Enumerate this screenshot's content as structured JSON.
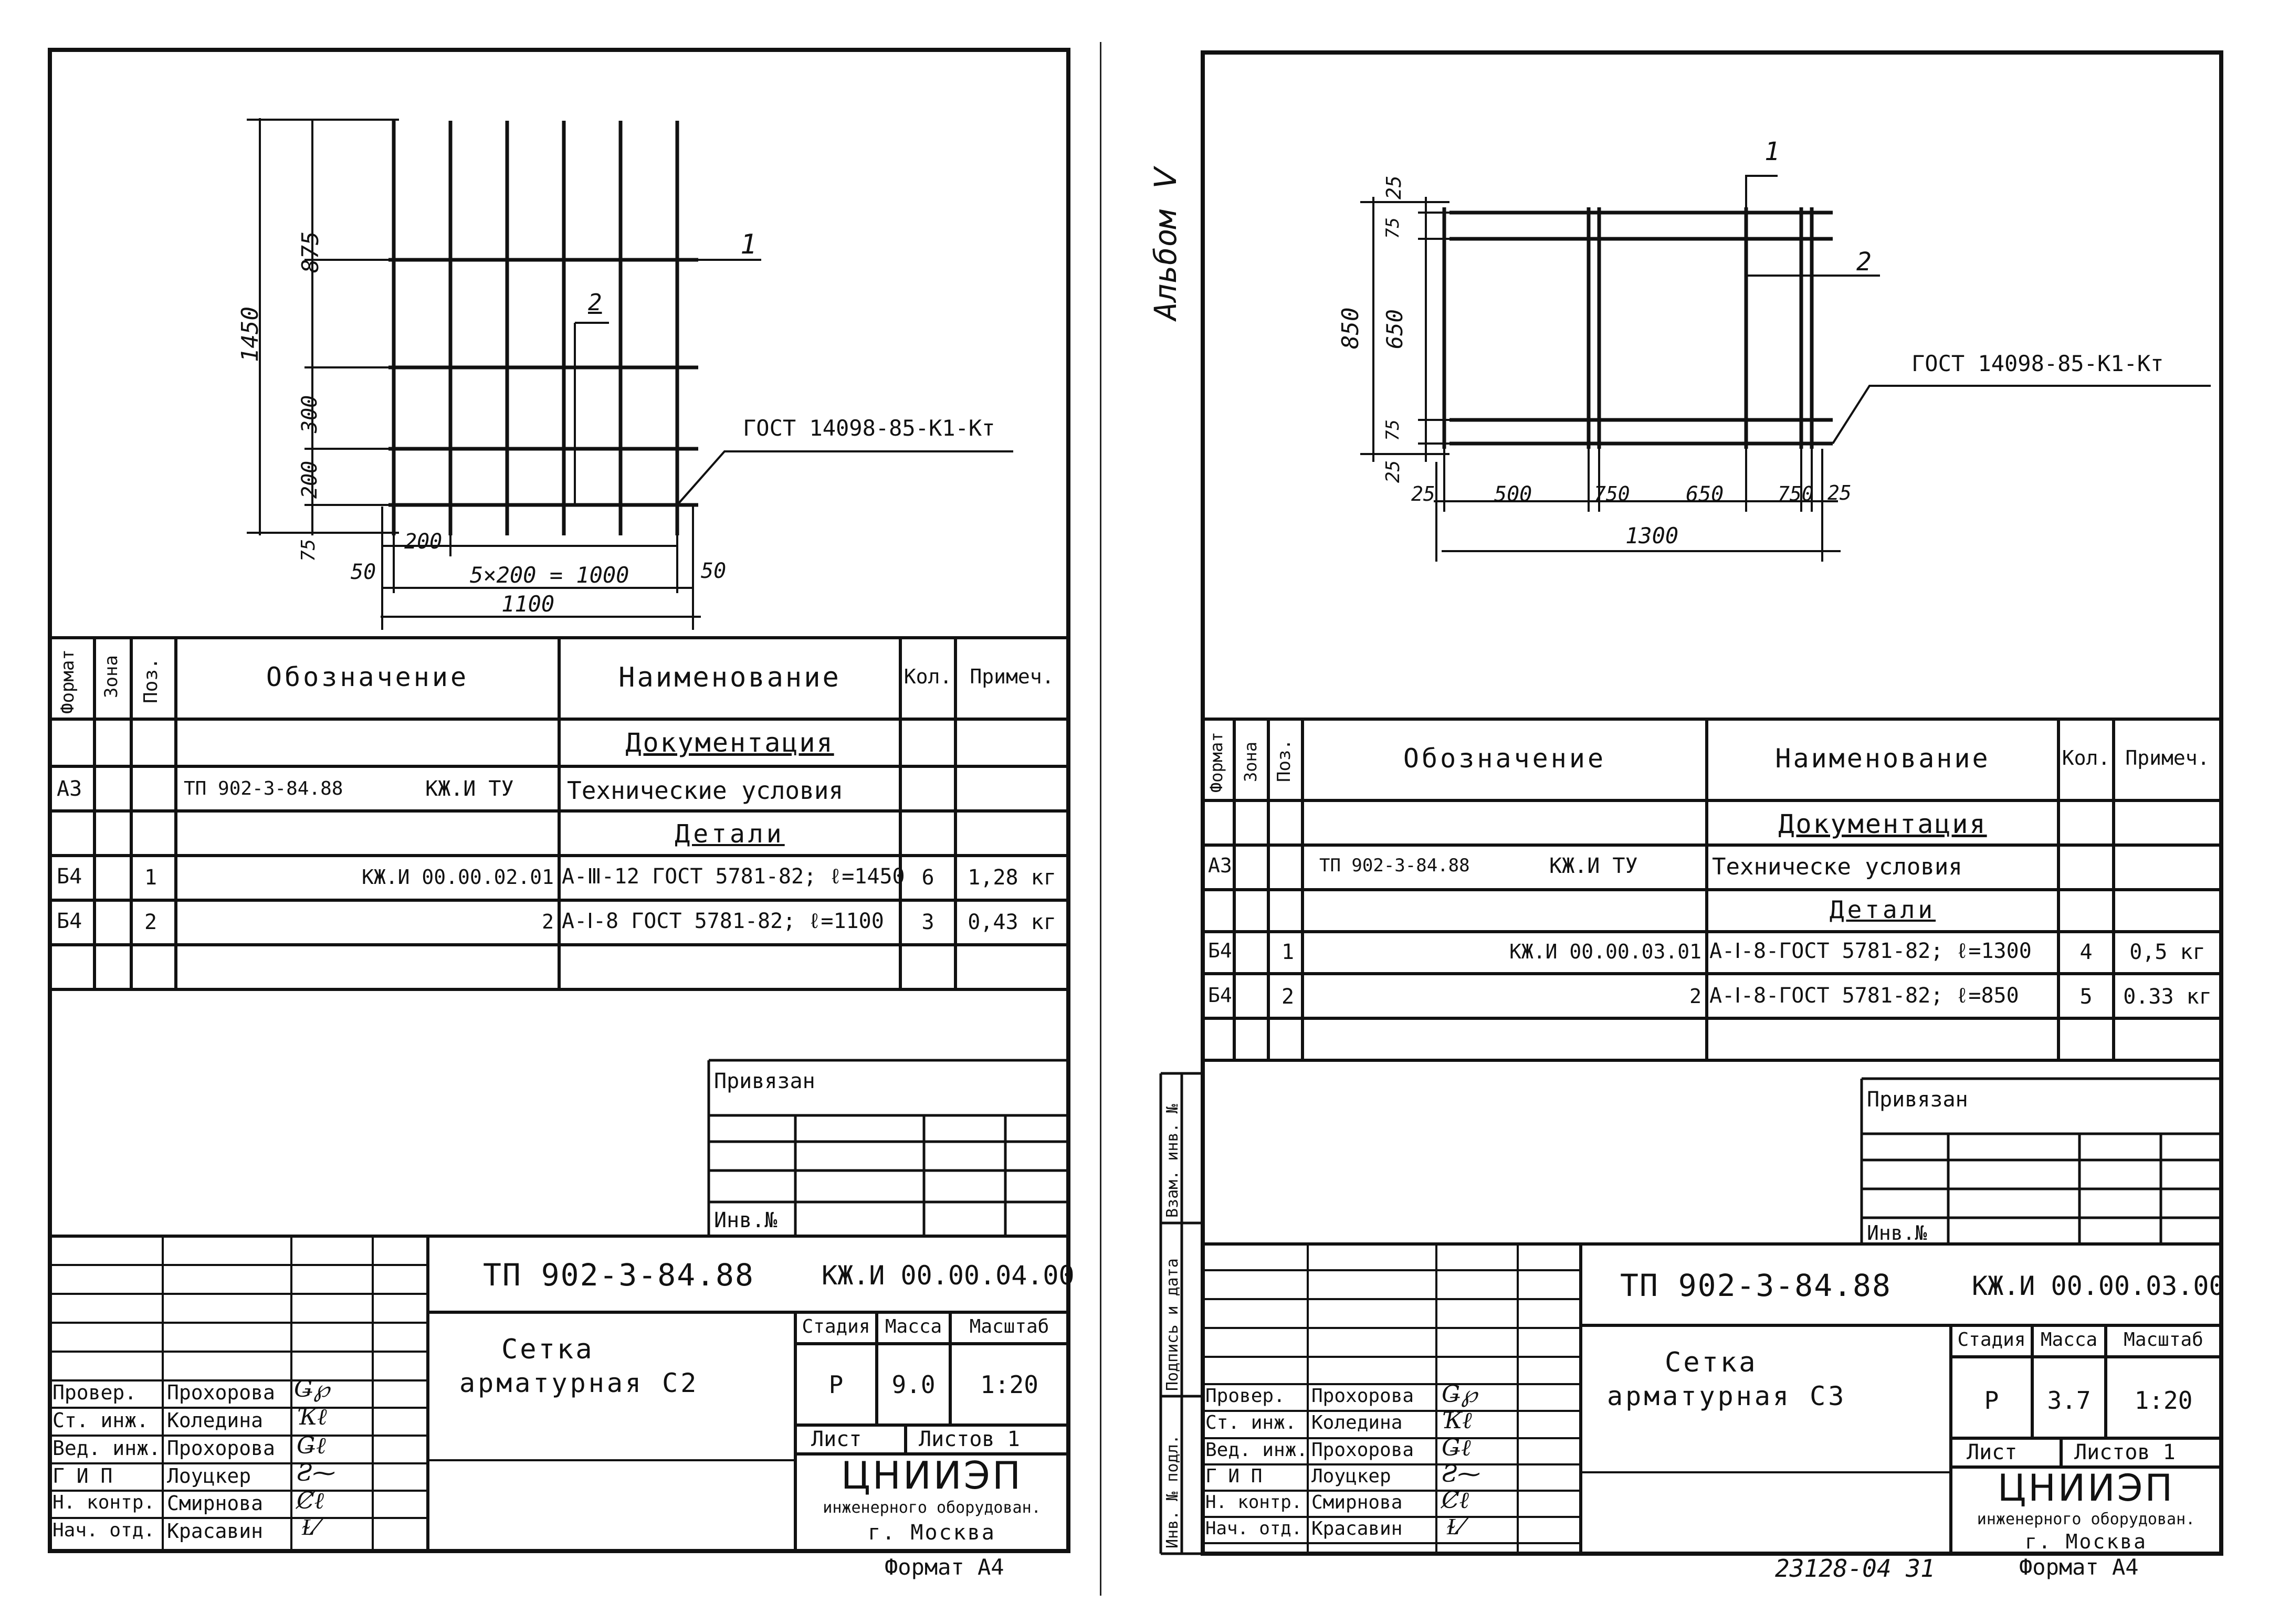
{
  "sheets": [
    {
      "dims": {
        "left_875": "875",
        "left_1450": "1450",
        "left_300": "300",
        "left_200": "200",
        "left_75": "75",
        "b_200": "200",
        "b_5x200": "5×200 = 1000",
        "b_50l": "50",
        "b_50r": "50",
        "b_1100": "1100"
      },
      "callouts": {
        "pos1": "1",
        "pos2": "2",
        "gost": "ГОСТ 14098-85-К1-Кт"
      },
      "spec": {
        "h_format": "Формат",
        "h_zone": "Зона",
        "h_pos": "Поз.",
        "h_designation": "Обозначение",
        "h_name": "Наименование",
        "h_qty": "Кол.",
        "h_note": "Примеч.",
        "section_doc": "Документация",
        "row_tu": {
          "format": "А3",
          "designation_a": "ТП 902-3-84.88",
          "designation_b": "КЖ.И ТУ",
          "name": "Технические условия"
        },
        "section_parts": "Детали",
        "row_1": {
          "format": "Б4",
          "pos": "1",
          "designation": "КЖ.И 00.00.02.01",
          "name": "А-Ⅲ-12 ГОСТ 5781-82; ℓ=1450",
          "qty": "6",
          "note": "1,28 кг"
        },
        "row_2": {
          "format": "Б4",
          "pos": "2",
          "designation": "2",
          "name": "А-Ⅰ-8 ГОСТ 5781-82; ℓ=1100",
          "qty": "3",
          "note": "0,43 кг"
        }
      },
      "privyazan": "Привязан",
      "inv": "Инв.№",
      "title_block": {
        "code_a": "ТП 902-3-84.88",
        "code_b": "КЖ.И 00.00.04.00",
        "name_1": "Сетка",
        "name_2": "арматурная С2",
        "stage_h": "Стадия",
        "mass_h": "Масса",
        "scale_h": "Масштаб",
        "stage": "Р",
        "mass": "9.0",
        "scale": "1:20",
        "sheet_h": "Лист",
        "sheets_h": "Листов 1",
        "org_1": "ЦНИИЭП",
        "org_2": "инженерного оборудован.",
        "org_3": "г. Москва",
        "roles": [
          "Провер.",
          "Ст. инж.",
          "Вед. инж.",
          "Г И П",
          "Н. контр.",
          "Нач. отд."
        ],
        "names": [
          "Прохорова",
          "Коледина",
          "Прохорова",
          "Лоуцкер",
          "Смирнова",
          "Красавин"
        ]
      },
      "format": "Формат А4"
    },
    {
      "album": "Альбом Ⅴ",
      "side_labels": [
        "Инв. № подл.",
        "Подпись и дата",
        "Взам. инв. №"
      ],
      "dims": {
        "left_25t": "25",
        "left_75t": "75",
        "left_650": "650",
        "left_850": "850",
        "left_75b": "75",
        "left_25b": "25",
        "b_25l": "25",
        "b_500": "500",
        "b_750l": "750",
        "b_650": "650",
        "b_750r": "750",
        "b_25r": "25",
        "b_1300": "1300"
      },
      "callouts": {
        "pos1": "1",
        "pos2": "2",
        "gost": "ГОСТ 14098-85-К1-Кт"
      },
      "spec": {
        "h_format": "Формат",
        "h_zone": "Зона",
        "h_pos": "Поз.",
        "h_designation": "Обозначение",
        "h_name": "Наименование",
        "h_qty": "Кол.",
        "h_note": "Примеч.",
        "section_doc": "Документация",
        "row_tu": {
          "format": "А3",
          "designation_a": "ТП 902-3-84.88",
          "designation_b": "КЖ.И ТУ",
          "name": "Техническе условия"
        },
        "section_parts": "Детали",
        "row_1": {
          "format": "Б4",
          "pos": "1",
          "designation": "КЖ.И 00.00.03.01",
          "name": "А-Ⅰ-8-ГОСТ 5781-82; ℓ=1300",
          "qty": "4",
          "note": "0,5 кг"
        },
        "row_2": {
          "format": "Б4",
          "pos": "2",
          "designation": "2",
          "name": "А-Ⅰ-8-ГОСТ 5781-82; ℓ=850",
          "qty": "5",
          "note": "0.33 кг"
        }
      },
      "privyazan": "Привязан",
      "inv": "Инв.№",
      "title_block": {
        "code_a": "ТП 902-3-84.88",
        "code_b": "КЖ.И 00.00.03.00",
        "name_1": "Сетка",
        "name_2": "арматурная С3",
        "stage_h": "Стадия",
        "mass_h": "Масса",
        "scale_h": "Масштаб",
        "stage": "Р",
        "mass": "3.7",
        "scale": "1:20",
        "sheet_h": "Лист",
        "sheets_h": "Листов 1",
        "org_1": "ЦНИИЭП",
        "org_2": "инженерного оборудован.",
        "org_3": "г. Москва",
        "roles": [
          "Провер.",
          "Ст. инж.",
          "Вед. инж.",
          "Г И П",
          "Н. контр.",
          "Нач. отд."
        ],
        "names": [
          "Прохорова",
          "Коледина",
          "Прохорова",
          "Лоуцкер",
          "Смирнова",
          "Красавин"
        ]
      },
      "footer_code": "23128-04 31",
      "format": "Формат А4"
    }
  ]
}
